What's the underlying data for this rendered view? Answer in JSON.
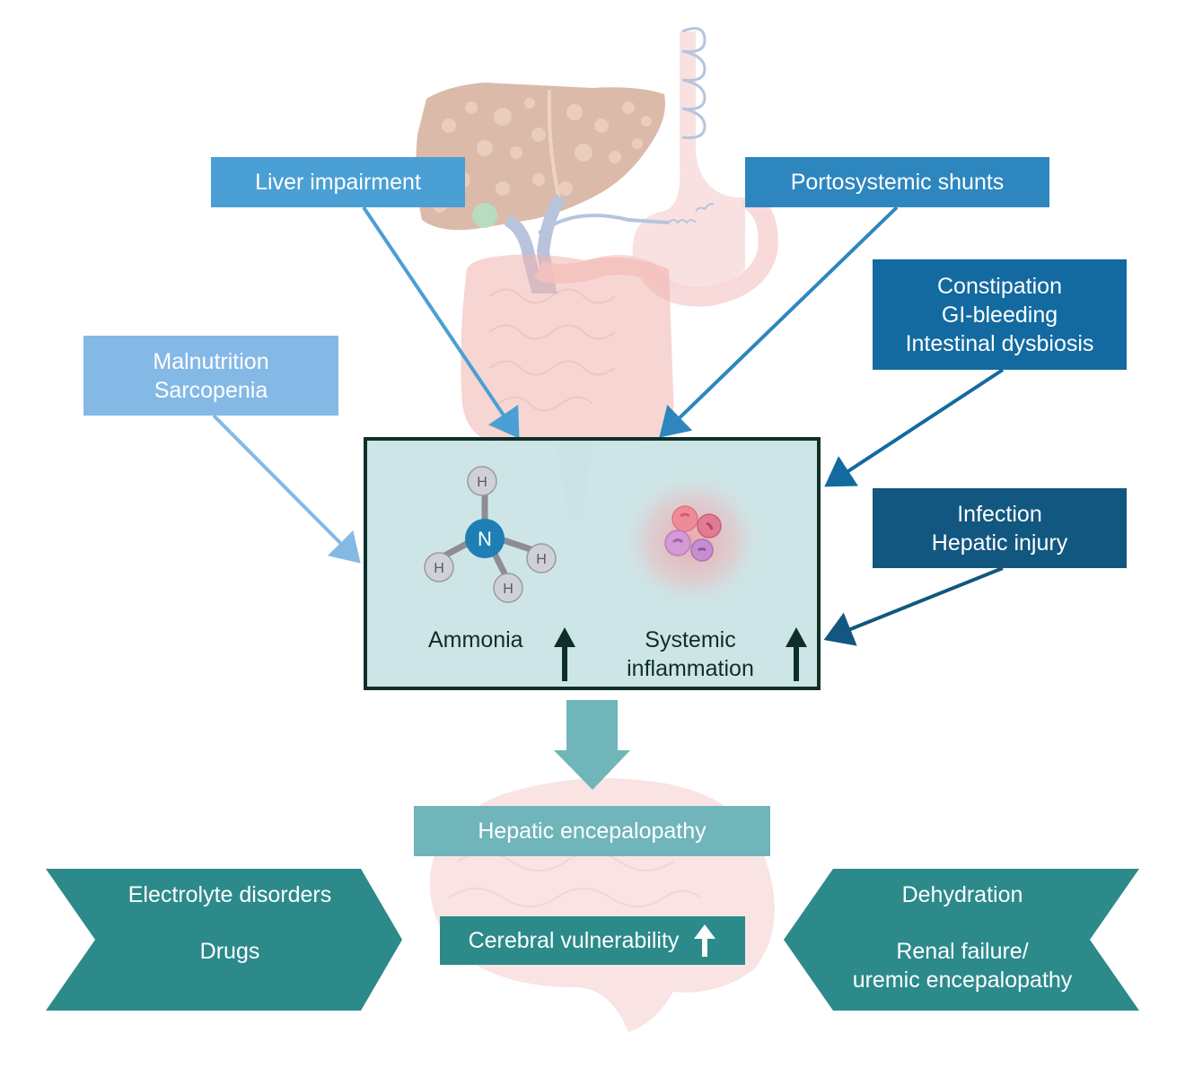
{
  "diagram": {
    "title_context": "Pathogenesis of hepatic encephalopathy",
    "colors": {
      "liver_box": "#4a9fd4",
      "shunt_box": "#2e86bf",
      "constipation_box": "#136aa0",
      "infection_box": "#12577f",
      "malnutrition_box": "#84b9e6",
      "center_border": "#0f2f29",
      "center_fill": "#cae3e5",
      "he_box": "#6fb5ba",
      "teal_dark": "#2c8a8b"
    },
    "factors": {
      "liver": {
        "label": "Liver impairment"
      },
      "shunts": {
        "label": "Portosystemic shunts"
      },
      "gi": {
        "lines": [
          "Constipation",
          "GI-bleeding",
          "Intestinal dysbiosis"
        ]
      },
      "infection": {
        "lines": [
          "Infection",
          "Hepatic injury"
        ]
      },
      "malnutrition": {
        "lines": [
          "Malnutrition",
          "Sarcopenia"
        ]
      }
    },
    "center": {
      "ammonia": {
        "label": "Ammonia",
        "trend": "increase",
        "molecule_atoms": {
          "center": "N",
          "outer": [
            "H",
            "H",
            "H",
            "H"
          ]
        }
      },
      "inflammation": {
        "lines": [
          "Systemic",
          "inflammation"
        ],
        "trend": "increase"
      }
    },
    "outcome": {
      "hepatic_encephalopathy": "Hepatic encepalopathy",
      "cerebral_vulnerability": {
        "label": "Cerebral vulnerability",
        "trend": "increase"
      }
    },
    "precipitants_left": {
      "lines": [
        "Electrolyte disorders",
        "Drugs"
      ]
    },
    "precipitants_right": {
      "lines": [
        "Dehydration",
        "Renal failure/",
        "uremic encepalopathy"
      ]
    }
  }
}
